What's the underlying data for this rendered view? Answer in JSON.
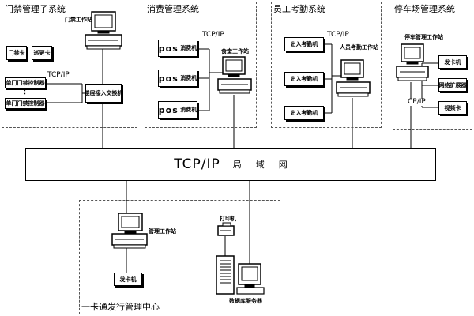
{
  "access_control": {
    "title": "门禁管理子系统",
    "workstation": "门禁工作站",
    "access_card": "门禁卡",
    "patrol_card": "巡更卡",
    "protocol": "TCP/IP",
    "single_door_1": "单门门禁控制器",
    "single_door_2": "单门门禁控制器",
    "switch": "楼层接入交换机"
  },
  "consumption": {
    "title": "消费管理系统",
    "protocol": "TCP/IP",
    "pos_label": "pos",
    "pos_machine": "消费机",
    "workstation": "食堂工作站"
  },
  "attendance": {
    "title": "员工考勤系统",
    "protocol": "TCP/IP",
    "machine": "出入考勤机",
    "workstation": "人员考勤工作站"
  },
  "parking": {
    "title": "停车场管理系统",
    "workstation": "停车管理工作站",
    "card_issuer": "发卡机",
    "network_extender": "网络扩展器",
    "parking_card": "视频卡",
    "protocol": "CP/IP"
  },
  "lan": {
    "protocol": "TCP/IP",
    "ju": "局",
    "yu": "域",
    "wang": "网"
  },
  "center": {
    "title": "一卡通发行管理中心",
    "workstation": "管理工作站",
    "card_issuer": "发卡机",
    "printer": "打印机",
    "db_server": "数据库服务器"
  }
}
